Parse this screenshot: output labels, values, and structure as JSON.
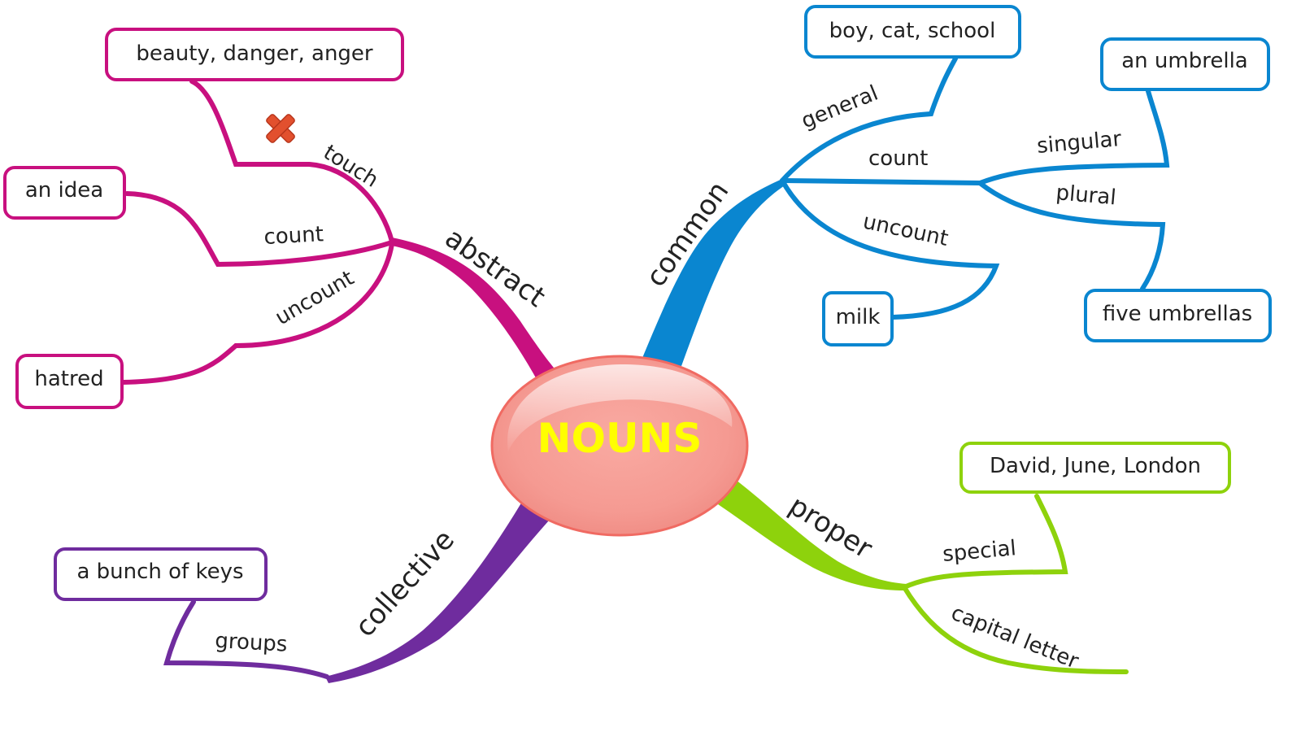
{
  "center": {
    "label": "NOUNS",
    "fill": "#f5a29a",
    "stroke": "#f08078",
    "text_color": "#ffff00"
  },
  "branches": {
    "abstract": {
      "label": "abstract",
      "color": "#c8107f",
      "sub": {
        "touch": "touch",
        "count": "count",
        "uncount": "uncount"
      },
      "boxes": {
        "touch": "beauty, danger, anger",
        "count": "an idea",
        "uncount": "hatred"
      },
      "cross_icon": "red-x-icon"
    },
    "common": {
      "label": "common",
      "color": "#0a86d0",
      "sub": {
        "general": "general",
        "count": "count",
        "uncount": "uncount",
        "singular": "singular",
        "plural": "plural"
      },
      "boxes": {
        "general": "boy, cat, school",
        "singular": "an umbrella",
        "plural": "five umbrellas",
        "uncount": "milk"
      }
    },
    "proper": {
      "label": "proper",
      "color": "#8ed20c",
      "sub": {
        "special": "special",
        "capital": "capital letter"
      },
      "boxes": {
        "special": "David, June, London"
      }
    },
    "collective": {
      "label": "collective",
      "color": "#6f2c9e",
      "sub": {
        "groups": "groups"
      },
      "boxes": {
        "groups": "a bunch of keys"
      }
    }
  }
}
